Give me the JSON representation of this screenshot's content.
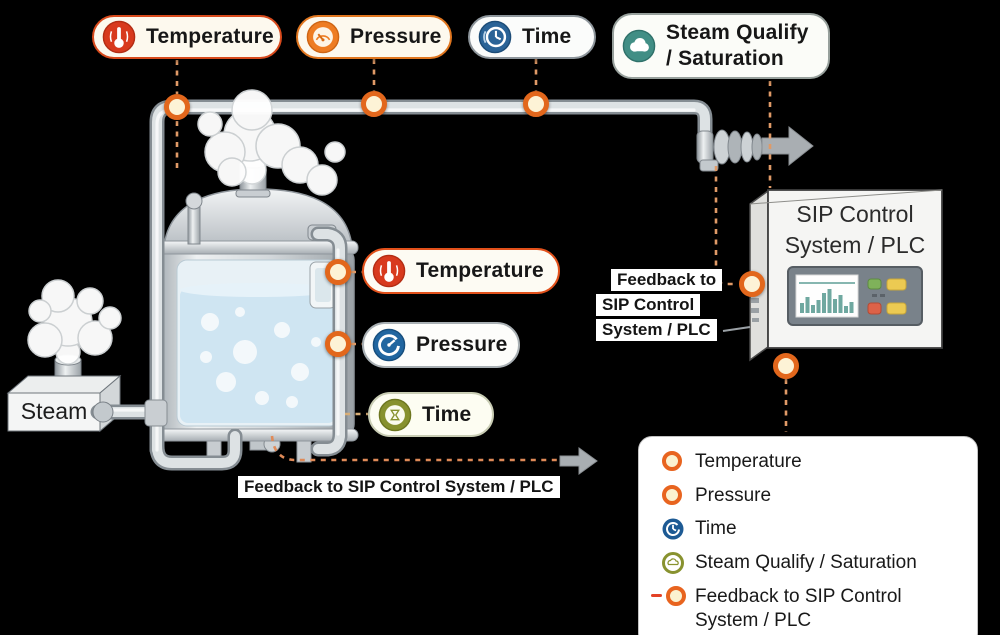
{
  "colors": {
    "accent_orange": "#e2671c",
    "accent_red": "#da3b20",
    "accent_blue": "#1d5a94",
    "accent_teal": "#418e85",
    "accent_olive": "#88922f",
    "dashed_line": "#e09a67",
    "pipe_gray": "#b9bfc4",
    "legend_ring": "#e8641f",
    "feedback_dash_red": "#e34226"
  },
  "top_labels": [
    {
      "id": "temperature",
      "label": "Temperature",
      "icon": "thermometer-icon"
    },
    {
      "id": "pressure",
      "label": "Pressure",
      "icon": "pressure-gauge-icon"
    },
    {
      "id": "time",
      "label": "Time",
      "icon": "clock-icon"
    },
    {
      "id": "steam_quality",
      "label": "Steam Qualify / Saturation",
      "icon": "steam-cloud-icon"
    }
  ],
  "tank_labels": [
    {
      "id": "temperature",
      "label": "Temperature",
      "icon": "thermometer-icon"
    },
    {
      "id": "pressure",
      "label": "Pressure",
      "icon": "pressure-gauge-icon"
    },
    {
      "id": "time",
      "label": "Time",
      "icon": "timer-icon"
    }
  ],
  "steam_source": {
    "label": "Steam"
  },
  "control_panel": {
    "title_line1": "SIP Control",
    "title_line2": "System / PLC"
  },
  "feedback_right": {
    "line1": "Feedback to",
    "line2": "SIP Control",
    "line3": "System / PLC"
  },
  "feedback_bottom": {
    "label": "Feedback to SIP Control System / PLC"
  },
  "legend": {
    "items": [
      {
        "label": "Temperature",
        "icon": "orange-ring-marker"
      },
      {
        "label": "Pressure",
        "icon": "orange-ring-marker"
      },
      {
        "label": "Time",
        "icon": "clock-icon"
      },
      {
        "label": "Steam Qualify / Saturation",
        "icon": "steam-cloud-icon"
      },
      {
        "label": "Feedback to SIP Control System / PLC",
        "icon": "feedback-line-marker"
      }
    ]
  }
}
